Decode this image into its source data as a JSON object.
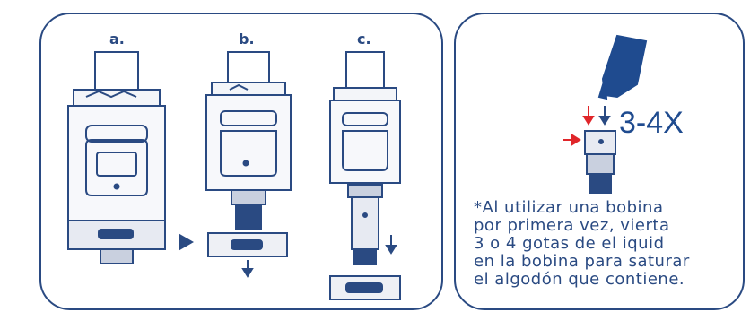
{
  "steps": [
    {
      "label": "a."
    },
    {
      "label": "b."
    },
    {
      "label": "c."
    }
  ],
  "priming": {
    "count": "3-4X",
    "note_lines": [
      "*Al utilizar una bobina",
      "por primera vez, vierta",
      "3 o 4 gotas de el iquid",
      "en la bobina para saturar",
      "el algodón que contiene."
    ]
  },
  "colors": {
    "outline": "#2a4a82",
    "accent_red": "#e0262a",
    "bottle_blue": "#1f4b8f"
  }
}
